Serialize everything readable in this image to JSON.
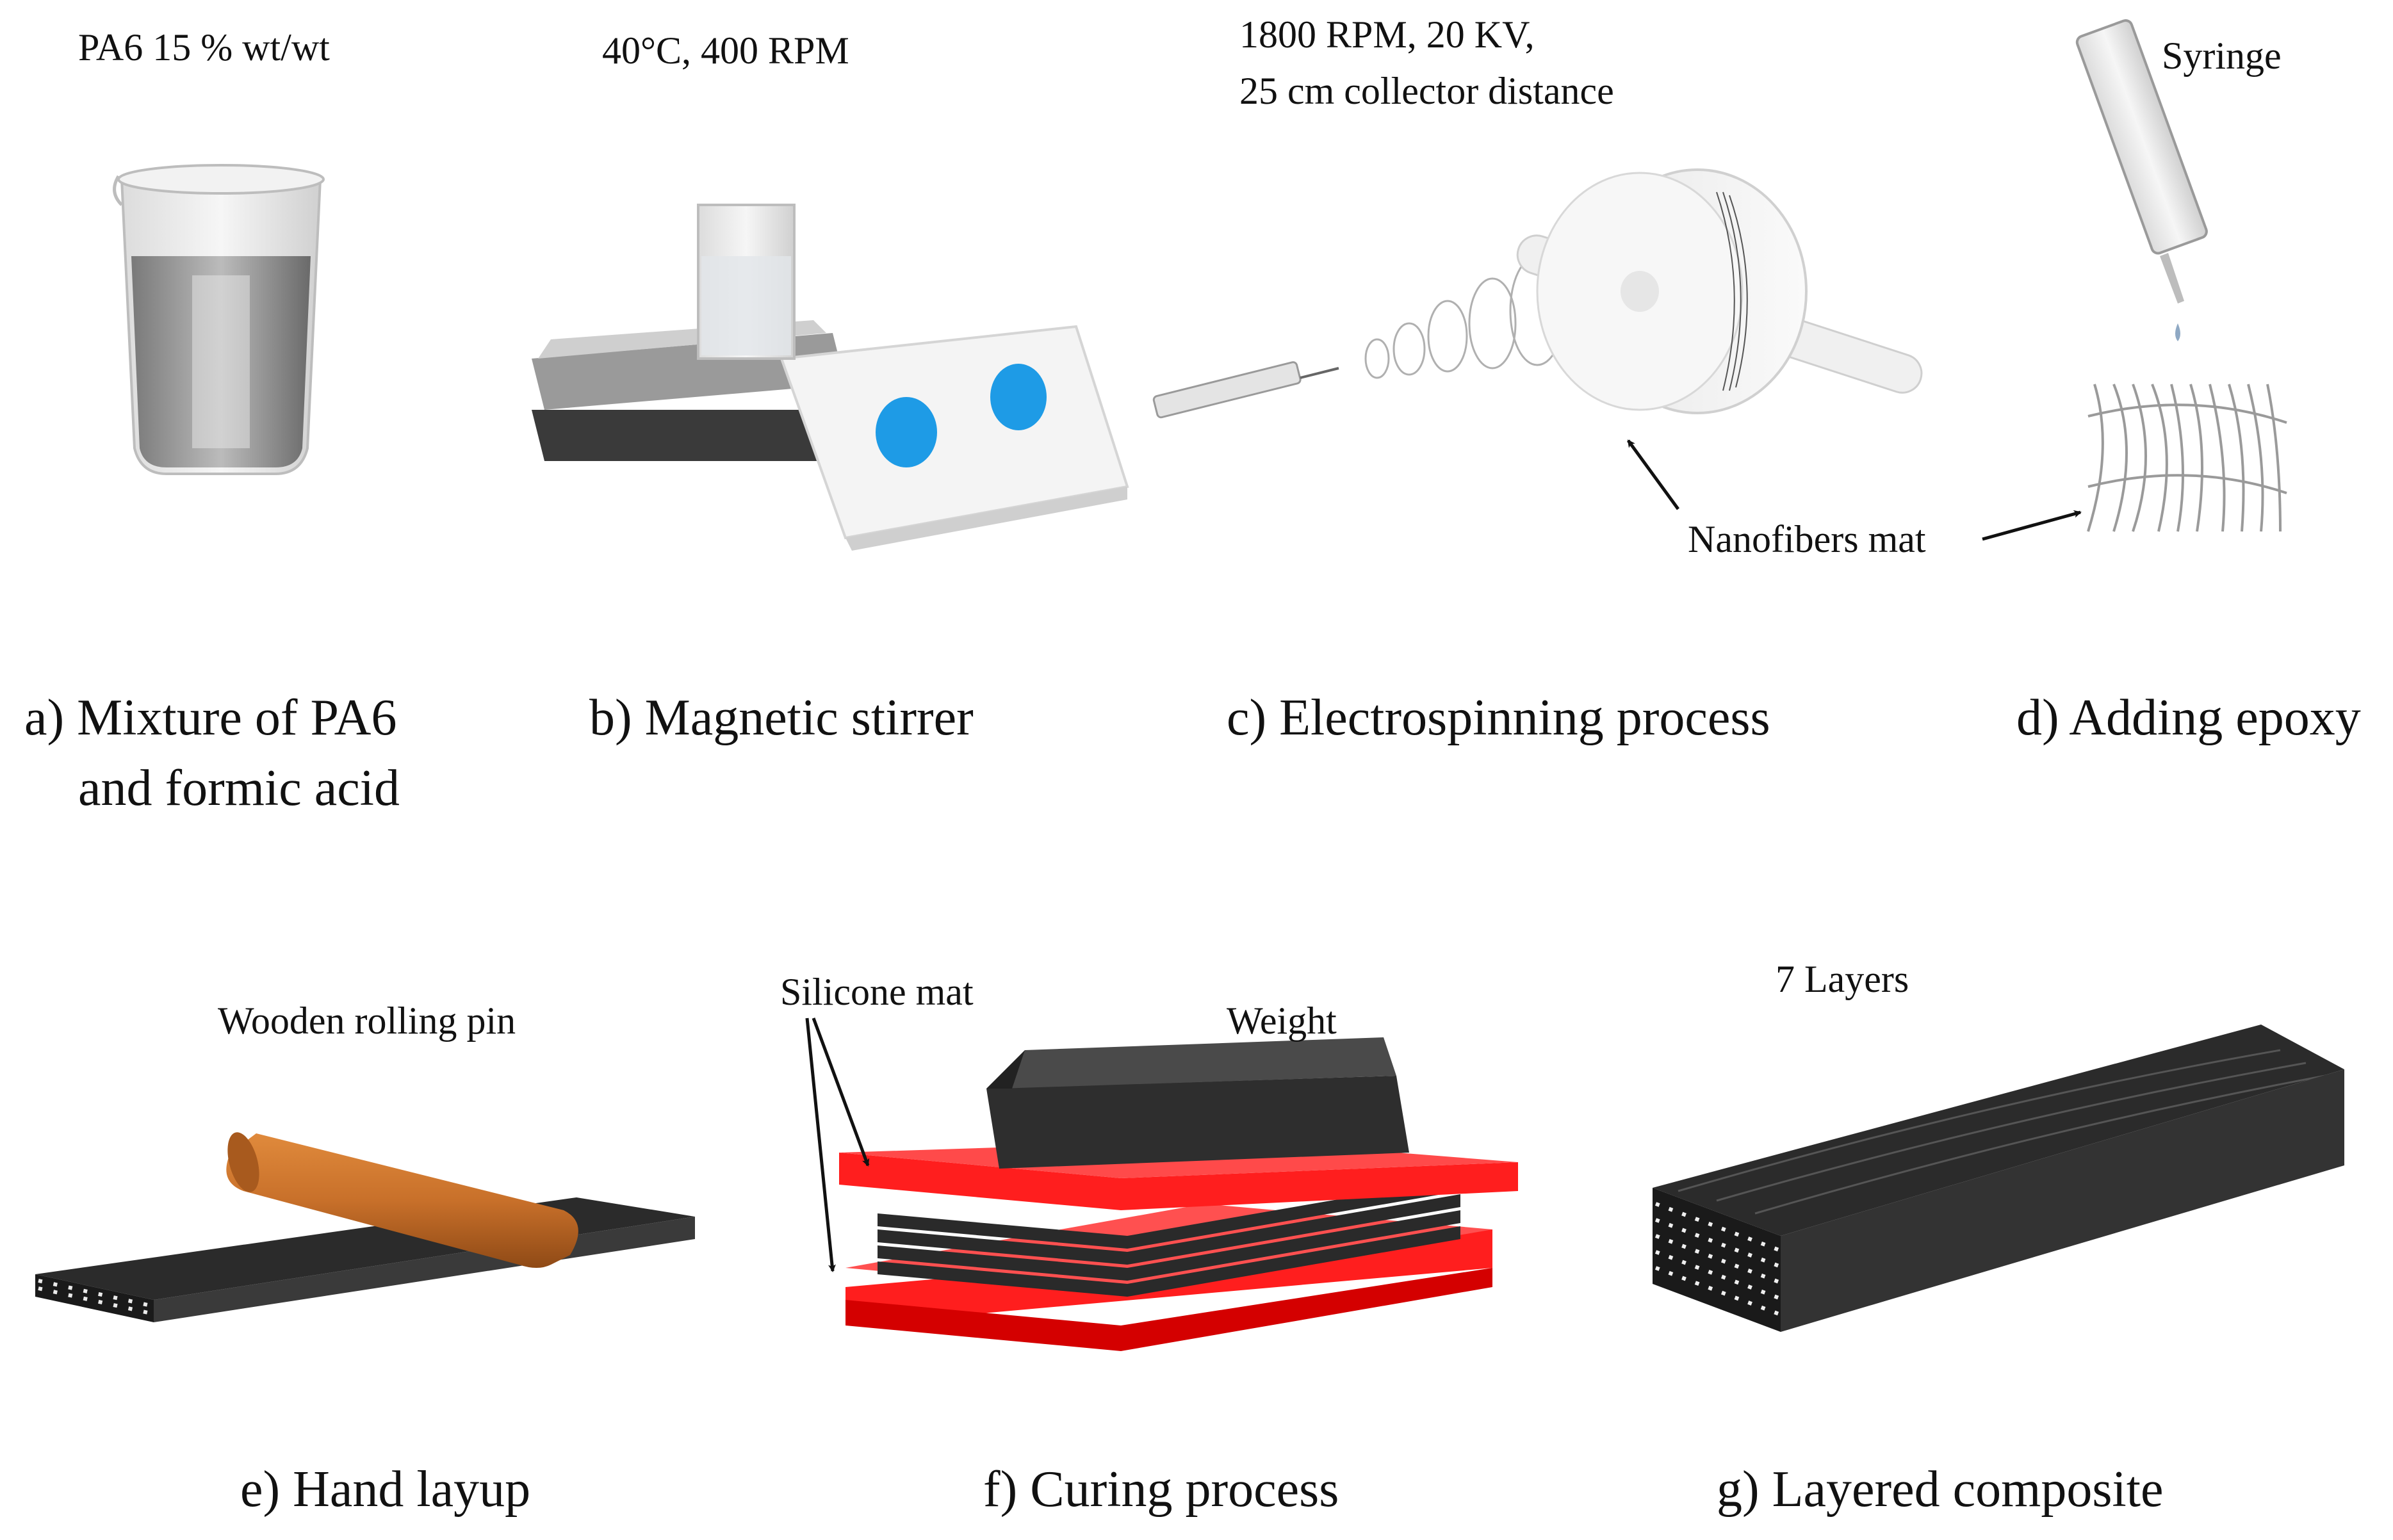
{
  "top_row": {
    "a": {
      "note": "PA6 15 % wt/wt",
      "caption_line1": "a) Mixture of PA6",
      "caption_line2": "and formic acid"
    },
    "b": {
      "note": "40°C, 400 RPM",
      "caption": "b) Magnetic stirrer"
    },
    "c": {
      "note_line1": "1800 RPM, 20 KV,",
      "note_line2": "25 cm collector distance",
      "caption": "c) Electrospinning  process"
    },
    "d": {
      "note": "Syringe",
      "caption": "d) Adding epoxy"
    },
    "shared_label": "Nanofibers mat"
  },
  "bottom_row": {
    "e": {
      "note": "Wooden rolling pin",
      "caption": "e) Hand layup"
    },
    "f": {
      "note_mat": "Silicone mat",
      "note_weight": "Weight",
      "caption": "f) Curing process"
    },
    "g": {
      "note": "7 Layers",
      "caption": "g) Layered composite"
    }
  },
  "colors": {
    "silicone_red": "#ff1e1e",
    "knob_blue": "#1e9be6",
    "wood": "#c8702a",
    "composite_dark": "#2b2b2b"
  }
}
